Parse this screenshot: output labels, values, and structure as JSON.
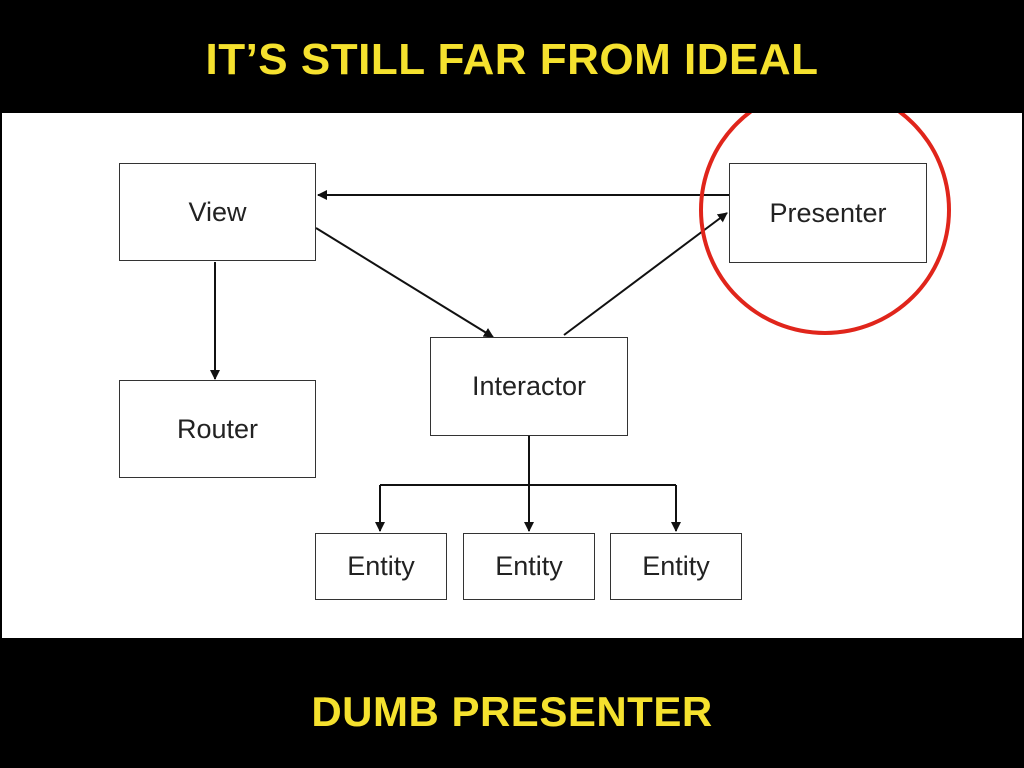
{
  "title": "IT’S STILL FAR FROM IDEAL",
  "caption": "DUMB PRESENTER",
  "diagram": {
    "nodes": {
      "view": "View",
      "presenter": "Presenter",
      "interactor": "Interactor",
      "router": "Router",
      "entity_1": "Entity",
      "entity_2": "Entity",
      "entity_3": "Entity"
    },
    "edges": [
      {
        "from": "Presenter",
        "to": "View"
      },
      {
        "from": "View",
        "to": "Interactor"
      },
      {
        "from": "Interactor",
        "to": "Presenter"
      },
      {
        "from": "View",
        "to": "Router"
      },
      {
        "from": "Interactor",
        "to": "Entity"
      },
      {
        "from": "Interactor",
        "to": "Entity"
      },
      {
        "from": "Interactor",
        "to": "Entity"
      }
    ],
    "highlight": {
      "target": "Presenter",
      "color": "#e0251b"
    }
  },
  "colors": {
    "background": "#000000",
    "title_text": "#f5e12e",
    "panel": "#ffffff",
    "highlight": "#e0251b"
  }
}
